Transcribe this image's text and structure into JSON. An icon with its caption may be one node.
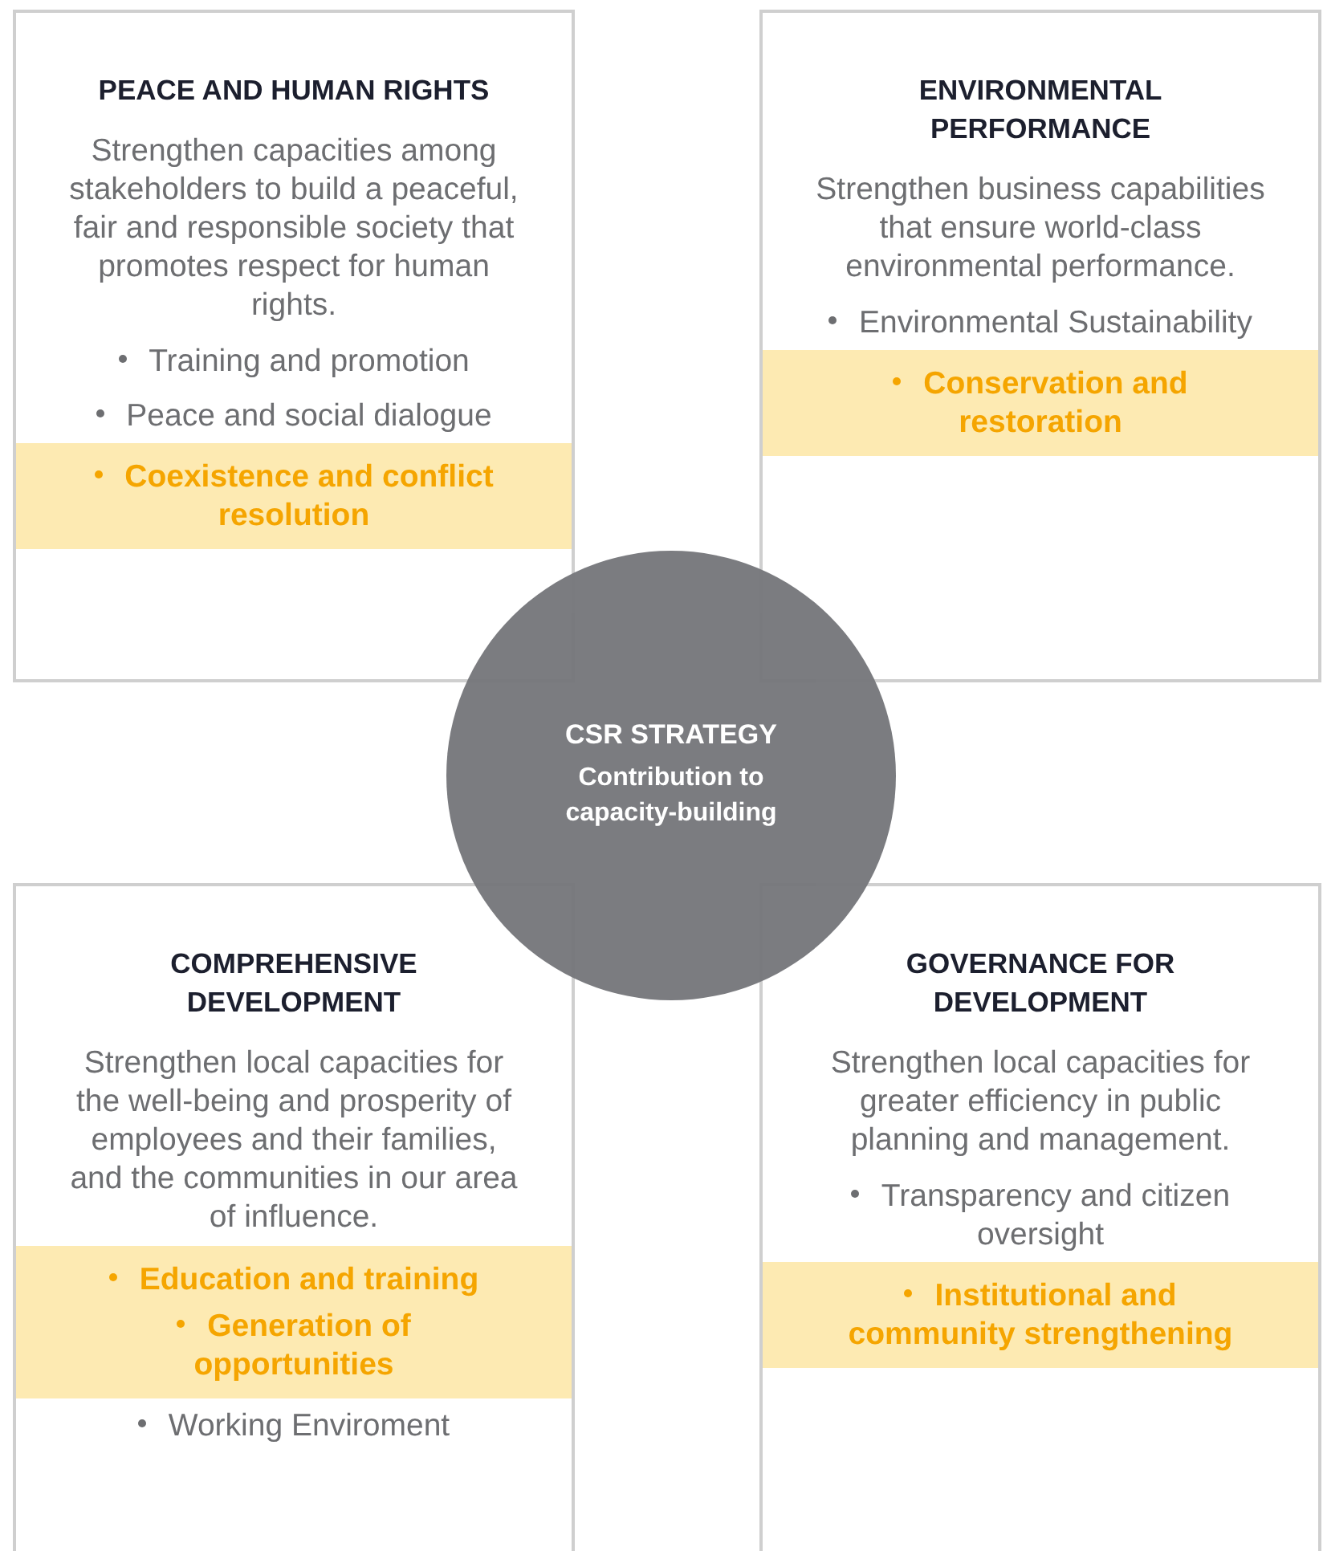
{
  "diagram": {
    "nodes": [
      {
        "text": [
          "PEACE AND HUMAN RIGHTS",
          "Strengthen capacities among stakeholders to build a peaceful, fair and responsible society that promotes respect for human rights.",
          "Training and promotion",
          "Peace and social dialogue"
        ]
      },
      {
        "text": [
          "Coexistence and conflict resolution"
        ],
        "in": 0
      },
      {
        "text": [
          "ENVIRONMENTAL PERFORMANCE",
          "Strengthen business capabilities that ensure world-class environmental performance.",
          "Environmental Sustainability"
        ]
      },
      {
        "text": [
          "Conservation and restoration"
        ],
        "in": 2
      },
      {
        "text": [
          "CSR STRATEGY",
          "Contribution to capacity-building"
        ]
      },
      {
        "text": [
          "COMPREHENSIVE DEVELOPMENT",
          "Strengthen local capacities for the well-being and prosperity of employees and their families, and the communities in our area of influence.",
          "Working Enviroment"
        ]
      },
      {
        "text": [
          "Education and training",
          "Generation of opportunities"
        ],
        "in": 5
      },
      {
        "text": [
          "GOVERNANCE FOR DEVELOPMENT",
          "Strengthen local capacities for greater efficiency in public planning and management.",
          "Transparency and citizen oversight"
        ]
      },
      {
        "text": [
          "Institutional and community strengthening"
        ],
        "in": 7
      }
    ]
  }
}
